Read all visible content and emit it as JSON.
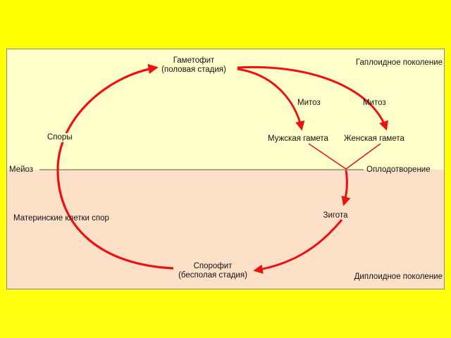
{
  "labels": {
    "gametophyte_line1": "Гаметофит",
    "gametophyte_line2": "(половая стадия)",
    "haploid": "Гаплоидное поколение",
    "mitosis_1": "Митоз",
    "mitosis_2": "Митоз",
    "spores": "Споры",
    "male_gamete": "Мужская гамета",
    "female_gamete": "Женская гамета",
    "meiosis": "Мейоз",
    "fertilization": "Оплодотворение",
    "zygote": "Зигота",
    "mother_cells": "Материнские клетки спор",
    "sporophyte_line1": "Спорофит",
    "sporophyte_line2": "(бесполая стадия)",
    "diploid": "Диплоидное поколение"
  },
  "colors": {
    "page_background": "#ffff00",
    "haploid_band": "#ffffcc",
    "diploid_band": "#fde0c8",
    "cycle_arrow": "#ee1111",
    "divider_line": "#555555"
  }
}
